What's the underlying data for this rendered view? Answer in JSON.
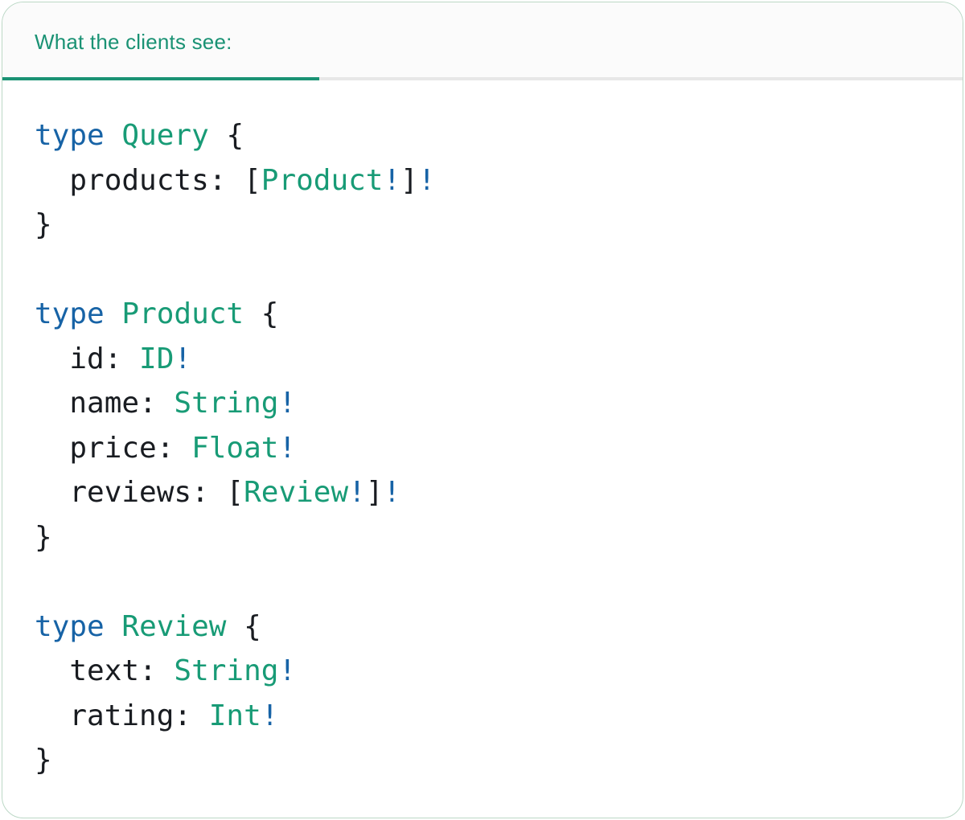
{
  "panel": {
    "tab_label": "What the clients see:"
  },
  "colors": {
    "teal": "#1a9274",
    "code_teal": "#189b76",
    "keyword_blue": "#1763a6",
    "code_dark": "#191c21",
    "card_border": "#bcd8c6",
    "divider": "#e7e7e7",
    "header_bg": "#fbfbfb",
    "card_bg": "#ffffff"
  },
  "code": {
    "language": "graphql",
    "token_classes": {
      "k": "keyword-blue",
      "t": "type-name-teal",
      "p": "plain-dark"
    },
    "lines": [
      [
        {
          "t": "type",
          "c": "k"
        },
        {
          "t": " ",
          "c": "p"
        },
        {
          "t": "Query",
          "c": "t"
        },
        {
          "t": " {",
          "c": "p"
        }
      ],
      [
        {
          "t": "  products: [",
          "c": "p"
        },
        {
          "t": "Product",
          "c": "t"
        },
        {
          "t": "!",
          "c": "k"
        },
        {
          "t": "]",
          "c": "p"
        },
        {
          "t": "!",
          "c": "k"
        }
      ],
      [
        {
          "t": "}",
          "c": "p"
        }
      ],
      [],
      [
        {
          "t": "type",
          "c": "k"
        },
        {
          "t": " ",
          "c": "p"
        },
        {
          "t": "Product",
          "c": "t"
        },
        {
          "t": " {",
          "c": "p"
        }
      ],
      [
        {
          "t": "  id: ",
          "c": "p"
        },
        {
          "t": "ID",
          "c": "t"
        },
        {
          "t": "!",
          "c": "k"
        }
      ],
      [
        {
          "t": "  name: ",
          "c": "p"
        },
        {
          "t": "String",
          "c": "t"
        },
        {
          "t": "!",
          "c": "k"
        }
      ],
      [
        {
          "t": "  price: ",
          "c": "p"
        },
        {
          "t": "Float",
          "c": "t"
        },
        {
          "t": "!",
          "c": "k"
        }
      ],
      [
        {
          "t": "  reviews: [",
          "c": "p"
        },
        {
          "t": "Review",
          "c": "t"
        },
        {
          "t": "!",
          "c": "k"
        },
        {
          "t": "]",
          "c": "p"
        },
        {
          "t": "!",
          "c": "k"
        }
      ],
      [
        {
          "t": "}",
          "c": "p"
        }
      ],
      [],
      [
        {
          "t": "type",
          "c": "k"
        },
        {
          "t": " ",
          "c": "p"
        },
        {
          "t": "Review",
          "c": "t"
        },
        {
          "t": " {",
          "c": "p"
        }
      ],
      [
        {
          "t": "  text: ",
          "c": "p"
        },
        {
          "t": "String",
          "c": "t"
        },
        {
          "t": "!",
          "c": "k"
        }
      ],
      [
        {
          "t": "  rating: ",
          "c": "p"
        },
        {
          "t": "Int",
          "c": "t"
        },
        {
          "t": "!",
          "c": "k"
        }
      ],
      [
        {
          "t": "}",
          "c": "p"
        }
      ]
    ]
  }
}
